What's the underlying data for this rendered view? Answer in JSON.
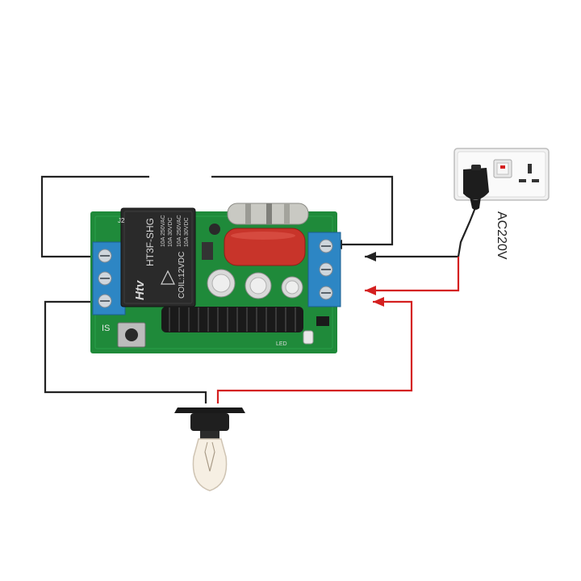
{
  "supply": {
    "label": "AC220V"
  },
  "relay": {
    "brand": "Htv",
    "model": "HT3F-SHG",
    "rating_1": "10A 250VAC",
    "rating_2": "10A 30VDC",
    "rating_3": "10A 250VAC",
    "rating_4": "10A 30VDC",
    "coil": "COIL:12VDC"
  },
  "board": {
    "button_label": "IS",
    "led_label": "LED",
    "corner_label": "J2"
  },
  "colors": {
    "wire_black": "#222222",
    "wire_red": "#d42020",
    "pcb_green": "#1f8a3a",
    "terminal_blue": "#2d86c4",
    "relay_body": "#2a2a2a",
    "capacitor_red": "#c8342a"
  }
}
